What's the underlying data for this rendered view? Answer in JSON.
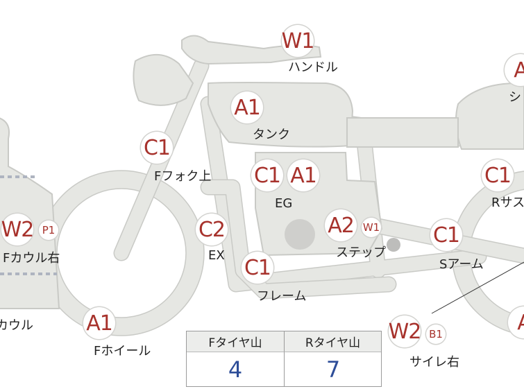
{
  "diagram": {
    "colors": {
      "mark": "#a7322c",
      "value": "#2d4d98",
      "part": "#e6e7e3"
    },
    "labels": {
      "handle": "ハンドル",
      "tank": "タンク",
      "fork_upper": "Fフォク上",
      "engine": "EG",
      "exhaust": "EX",
      "step": "ステップ",
      "frame": "フレーム",
      "s_arm": "Sアーム",
      "f_cowl_right": "Fカウル右",
      "cowl": "カウル",
      "f_wheel": "Fホイール",
      "silencer_right": "サイレ右",
      "rear_sus": "Rサス",
      "seat": "シ"
    },
    "marks": {
      "handle": "W1",
      "tank": "A1",
      "fork_upper": "C1",
      "engine_c": "C1",
      "engine_a": "A1",
      "exhaust": "C2",
      "step_a": "A2",
      "step_w": "W1",
      "frame": "C1",
      "s_arm": "C1",
      "f_cowl_w": "W2",
      "f_cowl_p": "P1",
      "f_wheel": "A1",
      "silencer_w": "W2",
      "silencer_b": "B1",
      "rear_sus": "C1",
      "seat": "A",
      "rear_wheel": "A"
    }
  },
  "tire_table": {
    "headers": [
      "Fタイヤ山",
      "Rタイヤ山"
    ],
    "values": [
      4,
      7
    ]
  }
}
